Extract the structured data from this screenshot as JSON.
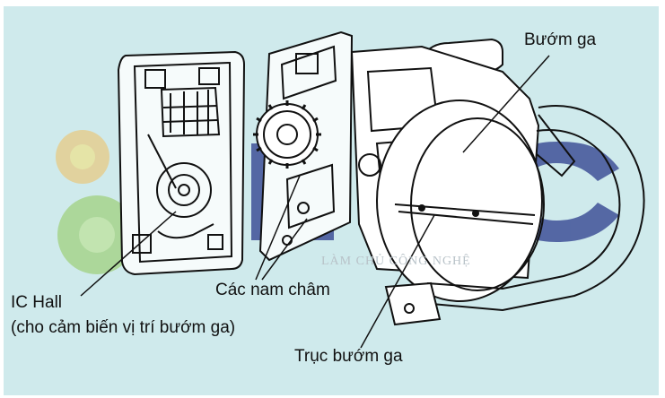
{
  "labels": {
    "throttle_valve": "Bướm ga",
    "ic_hall_line1": "IC Hall",
    "ic_hall_line2": "(cho cảm biến vị trí bướm ga)",
    "magnets": "Các nam châm",
    "throttle_shaft": "Trục bướm ga"
  },
  "watermark": {
    "letters": "EAC",
    "tagline": "LÀM CHỦ CÔNG NGHỆ"
  },
  "colors": {
    "background": "#cfeaec",
    "line": "#111111",
    "part_fill": "#ffffff",
    "watermark_blue": "#2c3c8c",
    "logo_orange": "#f0a050",
    "logo_green": "#8cc850",
    "logo_pink": "#e070b0"
  }
}
